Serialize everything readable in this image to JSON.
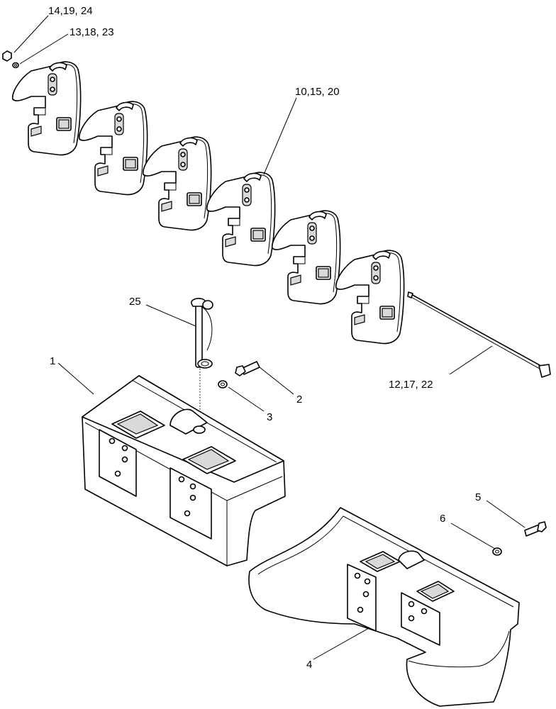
{
  "callouts": {
    "c14_19_24": "14,19, 24",
    "c13_18_23": "13,18, 23",
    "c10_15_20": "10,15, 20",
    "c25": "25",
    "c1": "1",
    "c2": "2",
    "c3": "3",
    "c12_17_22": "12,17, 22",
    "c5": "5",
    "c6": "6",
    "c4": "4"
  }
}
